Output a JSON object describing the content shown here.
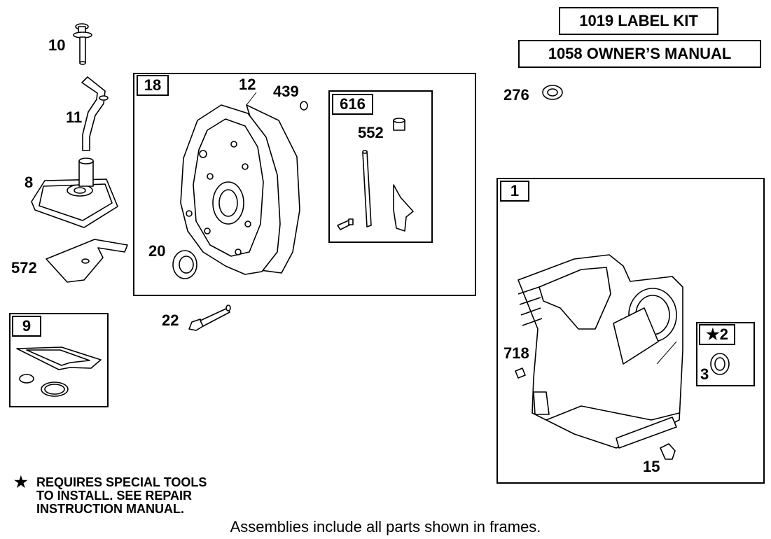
{
  "kits": {
    "label_kit": "1019 LABEL KIT",
    "owners_manual": "1058 OWNER’S MANUAL"
  },
  "frames": {
    "f18": "18",
    "f616": "616",
    "f9": "9",
    "f1": "1",
    "f2": "★2"
  },
  "parts": {
    "p10": "10",
    "p11": "11",
    "p8": "8",
    "p572": "572",
    "p12": "12",
    "p439": "439",
    "p552": "552",
    "p20": "20",
    "p22": "22",
    "p276": "276",
    "p718": "718",
    "p3": "3",
    "p15": "15"
  },
  "note": {
    "star": "★",
    "line1": "REQUIRES SPECIAL TOOLS",
    "line2": "TO INSTALL.  SEE REPAIR",
    "line3": "INSTRUCTION MANUAL."
  },
  "footer": "Assemblies include all parts shown in frames."
}
